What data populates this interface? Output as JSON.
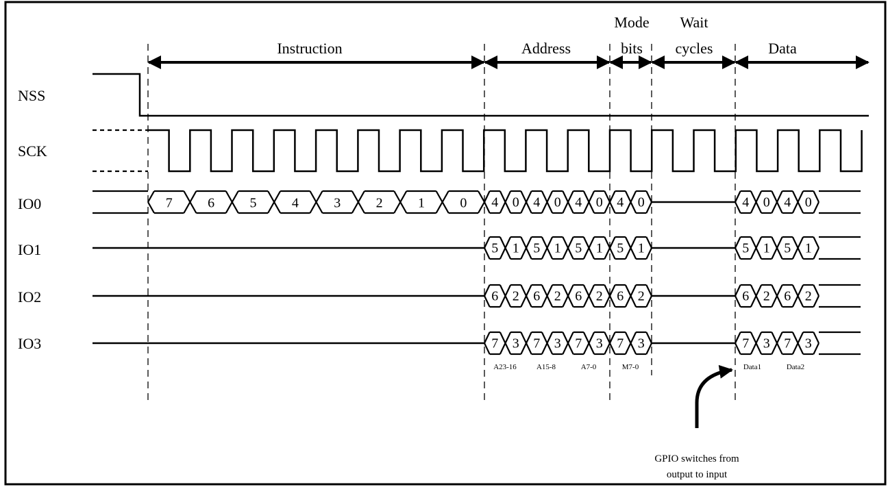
{
  "phases": [
    {
      "key": "instruction",
      "lines": [
        "Instruction"
      ]
    },
    {
      "key": "address",
      "lines": [
        "Address"
      ]
    },
    {
      "key": "mode",
      "lines": [
        "Mode",
        "bits"
      ]
    },
    {
      "key": "wait",
      "lines": [
        "Wait",
        "cycles"
      ]
    },
    {
      "key": "data",
      "lines": [
        "Data"
      ]
    }
  ],
  "signals": [
    "NSS",
    "SCK",
    "IO0",
    "IO1",
    "IO2",
    "IO3"
  ],
  "instruction_bits": [
    "7",
    "6",
    "5",
    "4",
    "3",
    "2",
    "1",
    "0"
  ],
  "quad_cells": {
    "IO0": {
      "addr_mode": [
        "4",
        "0",
        "4",
        "0",
        "4",
        "0",
        "4",
        "0"
      ],
      "data": [
        "4",
        "0",
        "4",
        "0"
      ]
    },
    "IO1": {
      "addr_mode": [
        "5",
        "1",
        "5",
        "1",
        "5",
        "1",
        "5",
        "1"
      ],
      "data": [
        "5",
        "1",
        "5",
        "1"
      ]
    },
    "IO2": {
      "addr_mode": [
        "6",
        "2",
        "6",
        "2",
        "6",
        "2",
        "6",
        "2"
      ],
      "data": [
        "6",
        "2",
        "6",
        "2"
      ]
    },
    "IO3": {
      "addr_mode": [
        "7",
        "3",
        "7",
        "3",
        "7",
        "3",
        "7",
        "3"
      ],
      "data": [
        "7",
        "3",
        "7",
        "3"
      ]
    }
  },
  "byte_labels": [
    "A23-16",
    "A15-8",
    "A7-0",
    "M7-0",
    "Data1",
    "Data2"
  ],
  "annotation": {
    "line1": "GPIO switches from",
    "line2": "output to input"
  }
}
